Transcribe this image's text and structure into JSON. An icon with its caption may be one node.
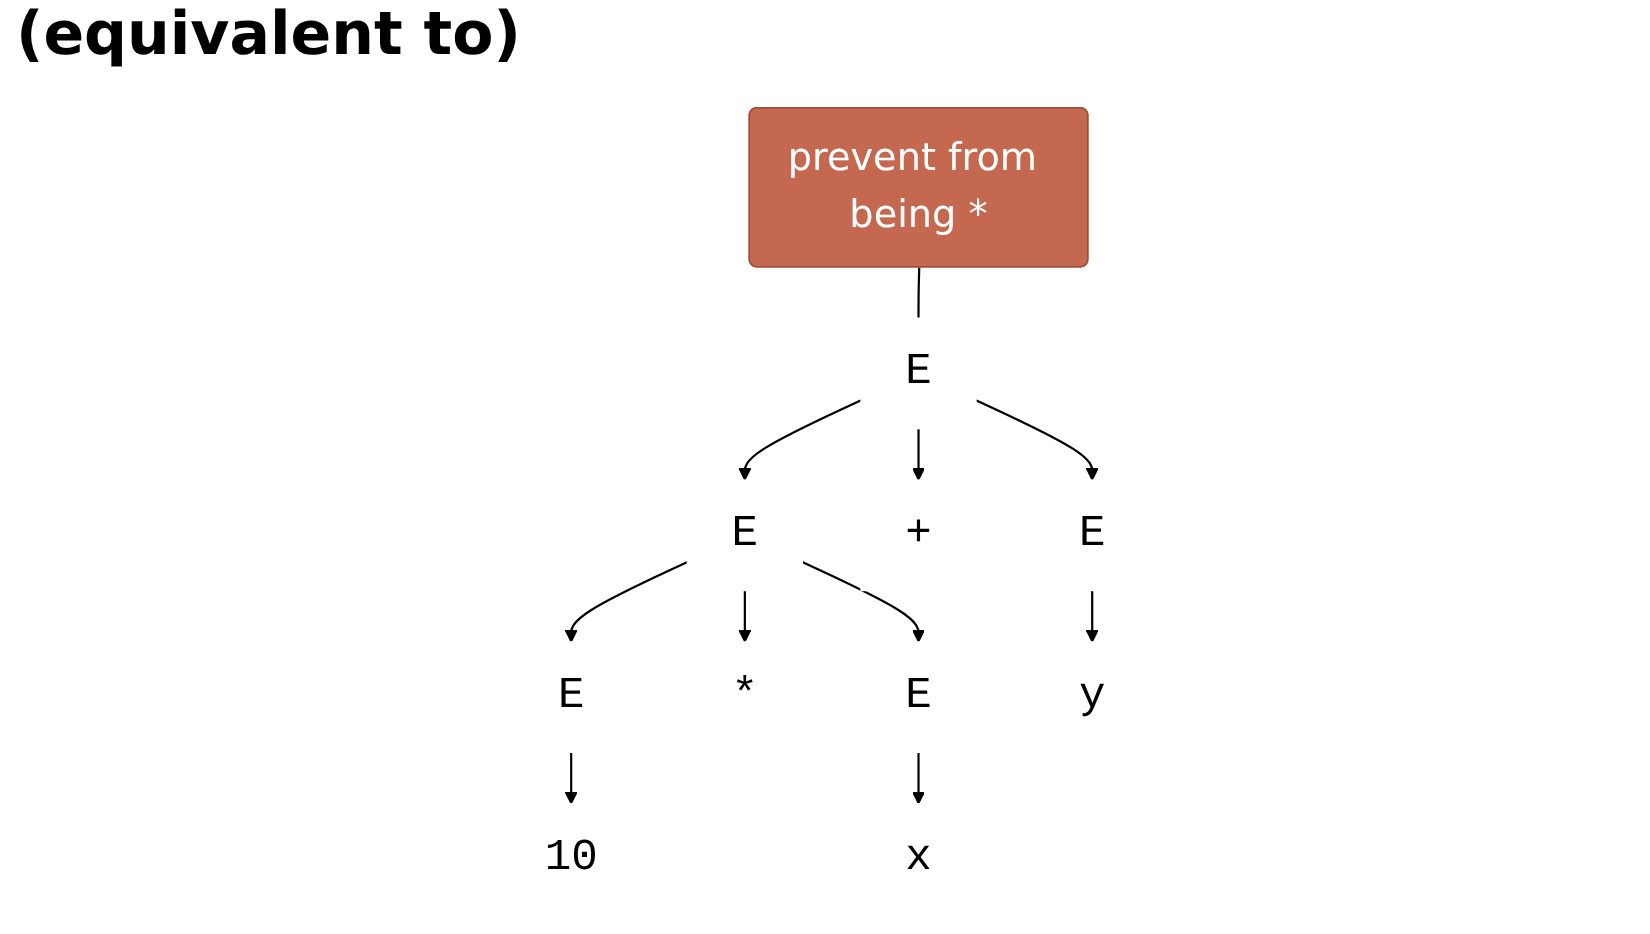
{
  "diagram": {
    "title": "(equivalent to)",
    "nodes": [
      {
        "text": [
          "E"
        ]
      },
      {
        "text": [
          "E"
        ]
      },
      {
        "text": [
          "+"
        ]
      },
      {
        "text": [
          "E"
        ]
      },
      {
        "text": [
          "E"
        ]
      },
      {
        "text": [
          "*"
        ]
      },
      {
        "text": [
          "E"
        ]
      },
      {
        "text": [
          "y"
        ]
      },
      {
        "text": [
          "10"
        ]
      },
      {
        "text": [
          "x"
        ]
      },
      {
        "text": [
          "prevent from being *"
        ]
      }
    ],
    "edges": [
      {
        "from": 0,
        "to": 1,
        "arrow": "to"
      },
      {
        "from": 0,
        "to": 2,
        "arrow": "to"
      },
      {
        "from": 0,
        "to": 3,
        "arrow": "to"
      },
      {
        "from": 1,
        "to": 4,
        "arrow": "to"
      },
      {
        "from": 1,
        "to": 5,
        "arrow": "to"
      },
      {
        "from": 1,
        "to": 6,
        "arrow": "to"
      },
      {
        "from": 3,
        "to": 7,
        "arrow": "to"
      },
      {
        "from": 4,
        "to": 8,
        "arrow": "to"
      },
      {
        "from": 6,
        "to": 9,
        "arrow": "to"
      },
      {
        "from": 10,
        "to": 0,
        "arrow": "none"
      }
    ]
  }
}
